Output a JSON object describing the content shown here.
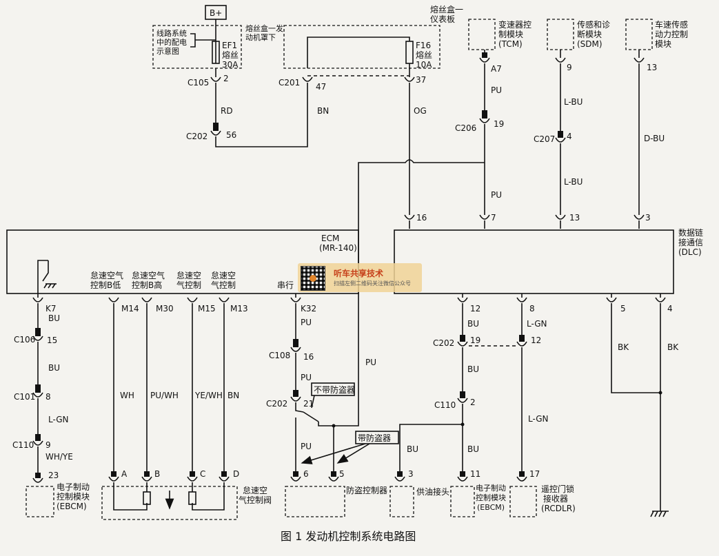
{
  "caption": "图 1   发动机控制系统电路图",
  "top": {
    "bplus": "B+",
    "distribution_box": [
      "线路系统",
      "中的配电",
      "示意图"
    ],
    "fuse_box_engine": [
      "熔丝盒一发",
      "动机罩下"
    ],
    "fuse_box_panel": [
      "熔丝盒一",
      "仪表板"
    ],
    "ef1": [
      "EF1",
      "熔丝",
      "30A"
    ],
    "f16": [
      "F16",
      "熔丝",
      "10A"
    ]
  },
  "modules_top": {
    "tcm": [
      "变速器控",
      "制模块",
      "(TCM)"
    ],
    "sdm": [
      "传感和诊",
      "断模块",
      "(SDM)"
    ],
    "vss": [
      "车速传感",
      "动力控制",
      "模块"
    ]
  },
  "ecm": {
    "title": "ECM",
    "subtitle": "(MR-140)",
    "idle_b_low": [
      "怠速空气",
      "控制B低"
    ],
    "idle_b_high": [
      "怠速空气",
      "控制B高"
    ],
    "idle_control": [
      "怠速空",
      "气控制"
    ],
    "idle_control2": [
      "怠速空",
      "气控制"
    ],
    "serial": "串行"
  },
  "dlc": [
    "数据链",
    "接通信",
    "(DLC)"
  ],
  "connectors": {
    "c105": "C105",
    "c201": "C201",
    "c202_top": "C202",
    "c206": "C206",
    "c207": "C207",
    "c106": "C106",
    "c101": "C101",
    "c110_left": "C110",
    "c108": "C108",
    "c202_mid": "C202",
    "c202_right": "C202",
    "c110_right": "C110"
  },
  "pins": {
    "p2": "2",
    "p56": "56",
    "p47": "47",
    "p37": "37",
    "a7": "A7",
    "p19": "19",
    "p9": "9",
    "p4": "4",
    "p13": "13",
    "p16": "16",
    "p7": "7",
    "p13b": "13",
    "p3": "3",
    "k7": "K7",
    "p15": "15",
    "p8": "8",
    "p9b": "9",
    "p23": "23",
    "m14": "M14",
    "m30": "M30",
    "m15": "M15",
    "m13": "M13",
    "k32": "K32",
    "p16b": "16",
    "p21": "21",
    "p12": "12",
    "p8b": "8",
    "p5": "5",
    "p4b": "4",
    "p19b": "19",
    "p12b": "12",
    "p2b": "2",
    "a": "A",
    "b": "B",
    "c": "C",
    "d": "D",
    "p6": "6",
    "p5b": "5",
    "p3b": "3",
    "p11": "11",
    "p17": "17"
  },
  "wires": {
    "rd": "RD",
    "bn": "BN",
    "og": "OG",
    "pu1": "PU",
    "pu2": "PU",
    "lbu1": "L-BU",
    "lbu2": "L-BU",
    "dbu": "D-BU",
    "bu1": "BU",
    "bu2": "BU",
    "lgn1": "L-GN",
    "whye": "WH/YE",
    "wh": "WH",
    "puwh": "PU/WH",
    "yewh": "YE/WH",
    "bn2": "BN",
    "pu3": "PU",
    "pu4": "PU",
    "pu5": "PU",
    "pu6": "PU",
    "bu3": "BU",
    "bu4": "BU",
    "bu5": "BU",
    "lgn2": "L-GN",
    "lgn3": "L-GN",
    "bk1": "BK",
    "bk2": "BK"
  },
  "modules_bottom": {
    "ebcm_left": [
      "电子制动",
      "控制模块",
      "(EBCM)"
    ],
    "idle_valve": [
      "怠速空",
      "气控制阀"
    ],
    "immobilizer": "防盗控制器",
    "fuel": "供油接头",
    "ebcm_right": [
      "电子制动",
      "控制模块",
      "(EBCM)"
    ],
    "rcdlr": [
      "遥控门锁",
      "接收器",
      "(RCDLR)"
    ],
    "no_antitheft": "不带防盗器",
    "with_antitheft": "带防盗器"
  },
  "watermark": {
    "title": "听车共享技术",
    "subtitle": "扫描左侧二维码关注微信公众号"
  }
}
